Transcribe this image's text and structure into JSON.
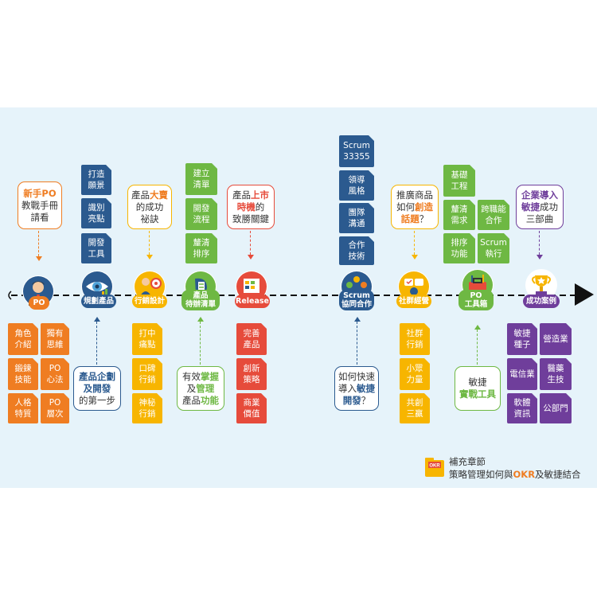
{
  "colors": {
    "blue": "#2b5a8f",
    "green": "#6eb843",
    "orange": "#ef7d22",
    "yellow": "#f7b500",
    "purple": "#6f3e9b",
    "red": "#e64b3b",
    "background": "#e6f3fa"
  },
  "timeline": {
    "nodes": [
      {
        "id": "po",
        "label": "PO",
        "label2": "",
        "color": "#ef7d22",
        "icon": "businessman-icon"
      },
      {
        "id": "plan",
        "label": "規劃產品",
        "label2": "",
        "color": "#2b5a8f",
        "icon": "vision-eye-icon"
      },
      {
        "id": "marketing",
        "label": "行銷設計",
        "label2": "",
        "color": "#f7b500",
        "icon": "presenter-target-icon"
      },
      {
        "id": "backlog",
        "label": "產品",
        "label2": "待辦清單",
        "color": "#6eb843",
        "icon": "checklist-head-icon"
      },
      {
        "id": "release",
        "label": "Release",
        "label2": "",
        "color": "#e64b3b",
        "icon": "calendar-board-icon"
      },
      {
        "id": "scrum",
        "label": "Scrum",
        "label2": "協同合作",
        "color": "#2b5a8f",
        "icon": "team-collaboration-icon"
      },
      {
        "id": "social",
        "label": "社群經營",
        "label2": "",
        "color": "#f7b500",
        "icon": "social-media-icon"
      },
      {
        "id": "toolbox",
        "label": "PO",
        "label2": "工具箱",
        "color": "#6eb843",
        "icon": "toolbox-icon"
      },
      {
        "id": "success",
        "label": "成功案例",
        "label2": "",
        "color": "#6f3e9b",
        "icon": "trophy-icon"
      }
    ]
  },
  "callouts": {
    "newpo": {
      "line1_hl": "新手PO",
      "line2": "教戰手冊",
      "line3": "請看"
    },
    "bigsale": {
      "line1a": "產品",
      "line1_hl": "大賣",
      "line2": "的成功",
      "line3": "祕訣"
    },
    "launch": {
      "line1a": "產品",
      "line1_hl": "上市",
      "line2_hl": "時機",
      "line2b": "的",
      "line3": "致勝關鍵"
    },
    "promote": {
      "line1": "推廣商品",
      "line2a": "如何",
      "line2_hl": "創造",
      "line3_hl": "話題",
      "line3b": "？"
    },
    "enterprise": {
      "line1_hl": "企業導入",
      "line2_hl": "敏捷",
      "line2b": "成功",
      "line3": "三部曲"
    },
    "planning": {
      "line1_hl": "產品企劃",
      "line2_hl": "及開發",
      "line3": "的第一步"
    },
    "manage": {
      "line1a": "有效",
      "line1_hl": "掌握",
      "line2a": "及",
      "line2_hl": "管理",
      "line3a": "產品",
      "line3_hl": "功能"
    },
    "agile": {
      "line1": "如何快速",
      "line2a": "導入",
      "line2_hl": "敏捷",
      "line3_hl": "開發",
      "line3b": "？"
    },
    "tools": {
      "line1": "敏捷",
      "line2_hl": "實戰工具"
    }
  },
  "boxes": {
    "plan_top": [
      "打造願景",
      "識別亮點",
      "開發工具"
    ],
    "backlog_top": [
      "建立清單",
      "開發流程",
      "釐清排序"
    ],
    "scrum_top": [
      "Scrum 33355",
      "領導風格",
      "團隊溝通",
      "合作技術"
    ],
    "toolbox_top": [
      "基礎工程",
      "釐清需求",
      "跨職能合作",
      "排序功能",
      "Scrum執行"
    ],
    "po_bottom": [
      "角色介紹",
      "獨有思維",
      "鍛鍊技能",
      "PO心法",
      "人格特質",
      "PO層次"
    ],
    "marketing_bottom": [
      "打中痛點",
      "口碑行銷",
      "神秘行銷"
    ],
    "release_bottom": [
      "完善產品",
      "創新策略",
      "商業價值"
    ],
    "social_bottom": [
      "社群行銷",
      "小眾力量",
      "共創三贏"
    ],
    "success_bottom": [
      "敏捷種子",
      "營造業",
      "電信業",
      "醫藥生技",
      "軟體資訊",
      "公部門"
    ]
  },
  "supplement": {
    "line1": "補充章節",
    "line2a": "策略管理如何與",
    "line2_hl": "OKR",
    "line2b": "及敏捷結合",
    "badge": "OKR"
  }
}
